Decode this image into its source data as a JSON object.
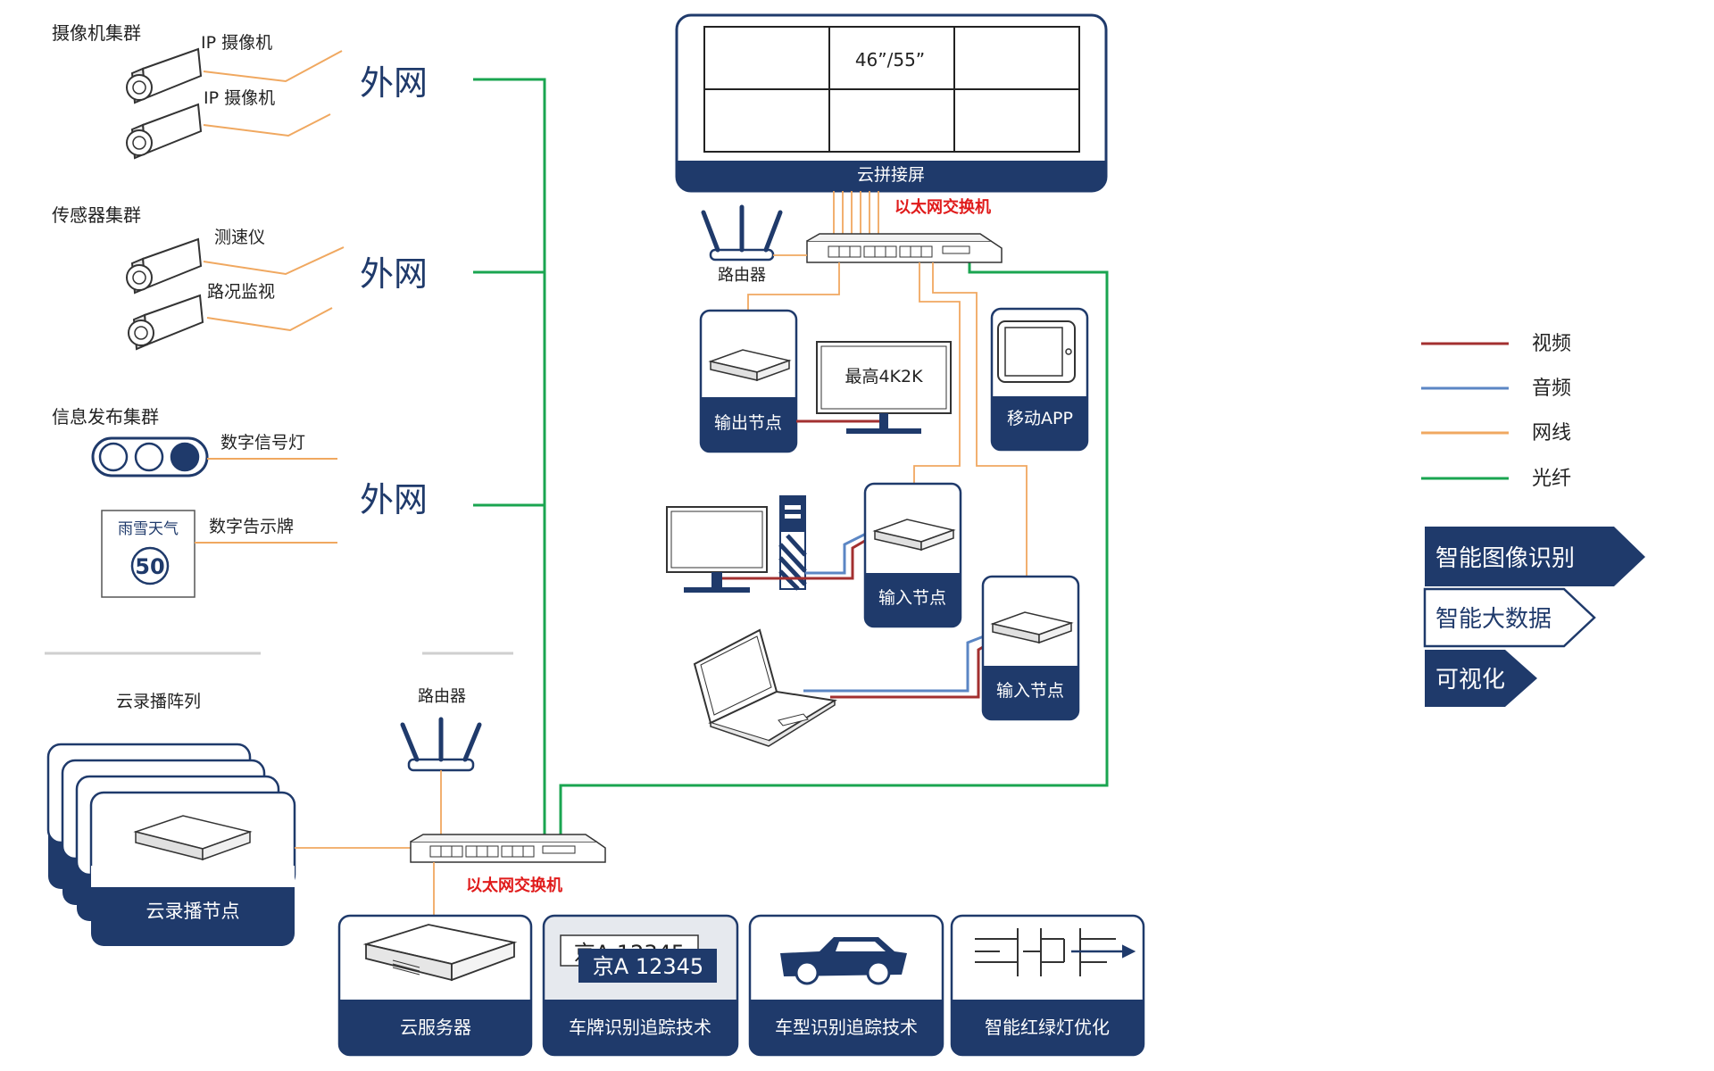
{
  "colors": {
    "navy": "#1f3a6b",
    "video": "#a33030",
    "audio": "#5b86c4",
    "network": "#f0a860",
    "fiber": "#1aa550",
    "switch_label": "#e01b1b",
    "cloud_label": "#1f3a6b"
  },
  "left": {
    "camera_cluster": "摄像机集群",
    "ip_camera_1": "IP 摄像机",
    "ip_camera_2": "IP 摄像机",
    "sensor_cluster": "传感器集群",
    "speed_meter": "测速仪",
    "road_monitor": "路况监视",
    "info_cluster": "信息发布集群",
    "digital_signal_light": "数字信号灯",
    "digital_sign": "数字告示牌",
    "sign_weather": "雨雪天气",
    "sign_speed": "50",
    "extranet_1": "外网",
    "extranet_2": "外网",
    "extranet_3": "外网"
  },
  "top": {
    "wall_size": "46”/55”",
    "wall_label": "云拼接屏",
    "switch_label": "以太网交换机",
    "router_label": "路由器",
    "output_node": "输出节点",
    "monitor_text": "最高4K2K",
    "mobile_app": "移动APP",
    "input_node_1": "输入节点",
    "input_node_2": "输入节点"
  },
  "bottom": {
    "cloud_array": "云录播阵列",
    "cloud_node": "云录播节点",
    "router_label": "路由器",
    "switch_label": "以太网交换机",
    "cards": [
      {
        "label": "云服务器"
      },
      {
        "label": "车牌识别追踪技术",
        "plate_back": "京A 12345",
        "plate_front": "京A 12345"
      },
      {
        "label": "车型识别追踪技术"
      },
      {
        "label": "智能红绿灯优化"
      }
    ]
  },
  "legend": {
    "items": [
      {
        "label": "视频",
        "color": "#a33030"
      },
      {
        "label": "音频",
        "color": "#5b86c4"
      },
      {
        "label": "网线",
        "color": "#f0a860"
      },
      {
        "label": "光纤",
        "color": "#1aa550"
      }
    ],
    "tags": [
      {
        "label": "智能图像识别",
        "style": "filled"
      },
      {
        "label": "智能大数据",
        "style": "outline"
      },
      {
        "label": "可视化",
        "style": "filled"
      }
    ]
  }
}
